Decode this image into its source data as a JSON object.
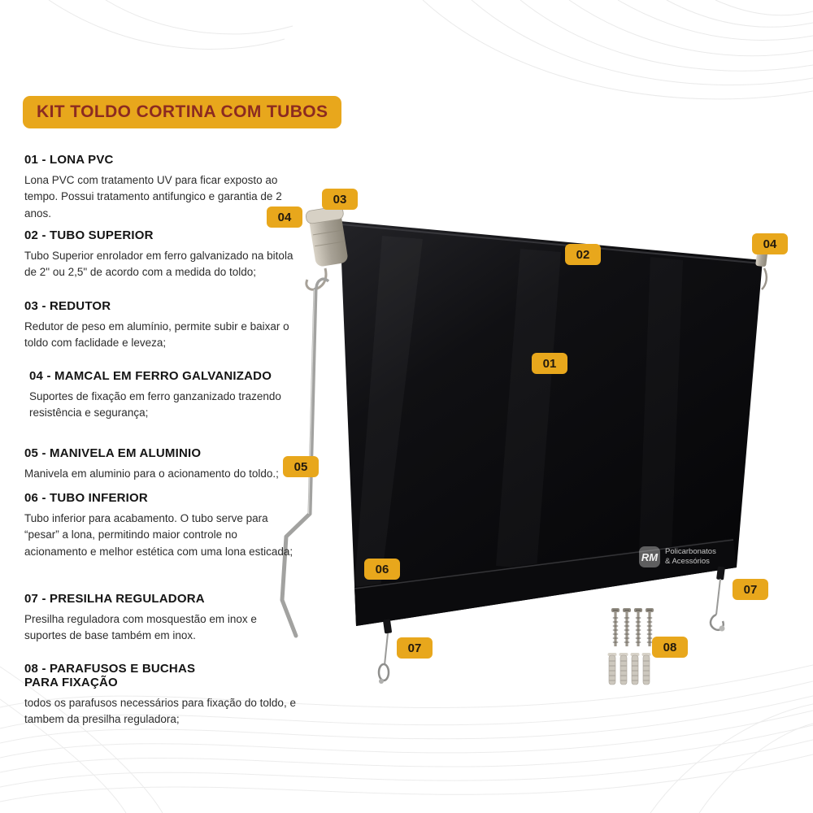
{
  "page": {
    "title": "KIT TOLDO CORTINA COM TUBOS"
  },
  "items": [
    {
      "heading": "01 - LONA PVC",
      "description": "Lona PVC com tratamento UV para ficar exposto ao tempo. Possui tratamento antifungico e garantia de 2 anos."
    },
    {
      "heading": "02 - TUBO SUPERIOR",
      "description": "Tubo Superior enrolador em ferro galvanizado na bitola de 2\" ou 2,5\" de acordo com a medida do toldo;"
    },
    {
      "heading": "03 - REDUTOR",
      "description": "Redutor de peso em alumínio, permite subir e baixar o toldo com faclidade e leveza;"
    },
    {
      "heading": "04 - MAMCAL  EM FERRO GALVANIZADO",
      "description": "Suportes de fixação em ferro ganzanizado trazendo resistência e segurança;"
    },
    {
      "heading": "05 - MANIVELA EM ALUMINIO",
      "description": "Manivela em aluminio para o acionamento do toldo.;"
    },
    {
      "heading": "06 - TUBO INFERIOR",
      "description": "Tubo inferior para acabamento. O tubo serve para “pesar” a lona, permitindo maior controle no acionamento e melhor estética com uma lona esticada;"
    },
    {
      "heading": "07 - PRESILHA REGULADORA",
      "description": "Presilha reguladora com mosquestão em inox e suportes de base também em inox."
    },
    {
      "heading": "08 - PARAFUSOS E BUCHAS PARA FIXAÇÃO",
      "description": "todos os parafusos necessários para fixação do toldo, e tambem da presilha reguladora;"
    }
  ],
  "badges": [
    {
      "label": "03"
    },
    {
      "label": "04"
    },
    {
      "label": "02"
    },
    {
      "label": "04"
    },
    {
      "label": "01"
    },
    {
      "label": "05"
    },
    {
      "label": "06"
    },
    {
      "label": "07"
    },
    {
      "label": "08"
    },
    {
      "label": "07"
    }
  ],
  "watermark": {
    "logo": "RM",
    "line1": "Policarbonatos",
    "line2": "& Acessórios"
  },
  "colors": {
    "accent": "#E8A71C",
    "title_text": "#8C2B21",
    "fabric": "#0B0B0D",
    "background": "#FFFFFF"
  }
}
